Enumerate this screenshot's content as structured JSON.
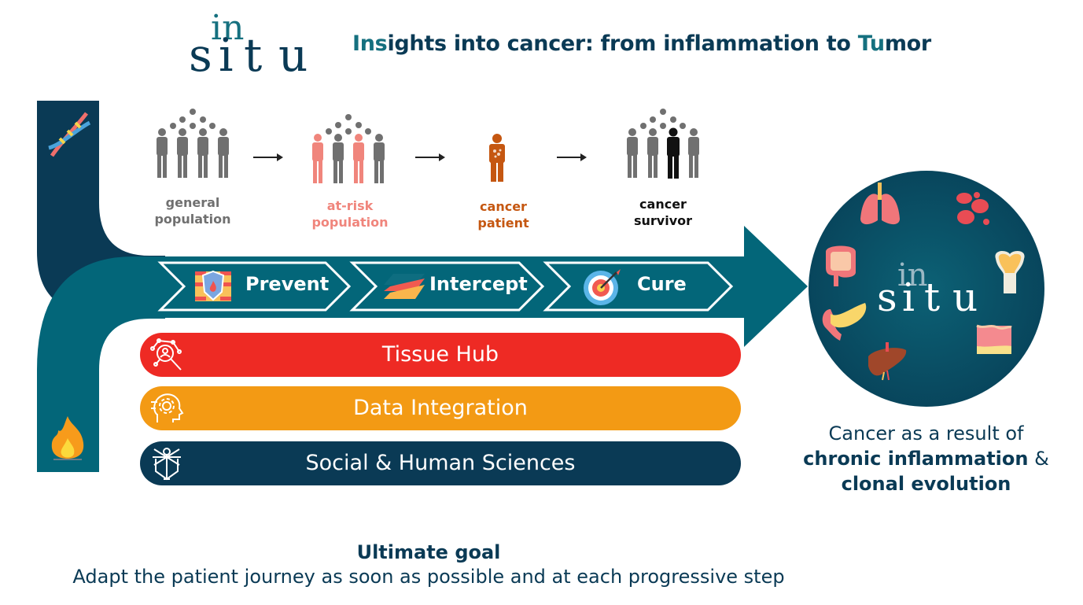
{
  "header": {
    "logo": {
      "top_letters": "in",
      "bottom_letters": [
        "s",
        "i",
        "t",
        "u"
      ]
    },
    "title_parts": [
      {
        "text": "Ins",
        "accent": true
      },
      {
        "text": "ights into cancer: from inflammation to ",
        "accent": false
      },
      {
        "text": "Tu",
        "accent": true
      },
      {
        "text": "mor",
        "accent": false
      }
    ]
  },
  "colors": {
    "navy": "#0a3a55",
    "teal": "#036679",
    "red": "#ee2a24",
    "orange": "#f39a14",
    "gray_people": "#6f6f6f",
    "at_risk": "#f0857c",
    "patient": "#c55711",
    "survivor": "#111111"
  },
  "side_icons": {
    "top": "dna-icon",
    "bottom": "flame-icon"
  },
  "journey": [
    {
      "label_line1": "general",
      "label_line2": "population",
      "icon": "group-people-icon"
    },
    {
      "label_line1": "at-risk",
      "label_line2": "population",
      "icon": "at-risk-group-icon"
    },
    {
      "label_line1": "cancer",
      "label_line2": "patient",
      "icon": "patient-icon"
    },
    {
      "label_line1": "cancer",
      "label_line2": "survivor",
      "icon": "survivor-group-icon"
    }
  ],
  "steps": [
    {
      "label": "Prevent",
      "icon": "shield-wall-icon"
    },
    {
      "label": "Intercept",
      "icon": "layers-icon"
    },
    {
      "label": "Cure",
      "icon": "target-icon"
    }
  ],
  "pillars": [
    {
      "label": "Tissue Hub",
      "icon": "network-search-icon"
    },
    {
      "label": "Data Integration",
      "icon": "head-gear-icon"
    },
    {
      "label": "Social & Human Sciences",
      "icon": "human-figure-icon"
    }
  ],
  "circle": {
    "logo": {
      "top_letters": "in",
      "bottom_letters": [
        "s",
        "i",
        "t",
        "u"
      ]
    },
    "organs": [
      "lungs-icon",
      "blood-cells-icon",
      "intestine-icon",
      "bone-marrow-icon",
      "pancreas-icon",
      "skin-icon",
      "liver-icon"
    ]
  },
  "conclusion": {
    "line1": "Cancer as a result of",
    "bold1": "chronic inflammation",
    "amp": " &",
    "bold2": "clonal evolution"
  },
  "goal": {
    "title": "Ultimate goal",
    "text": "Adapt the patient journey as soon as possible and at each progressive step"
  }
}
